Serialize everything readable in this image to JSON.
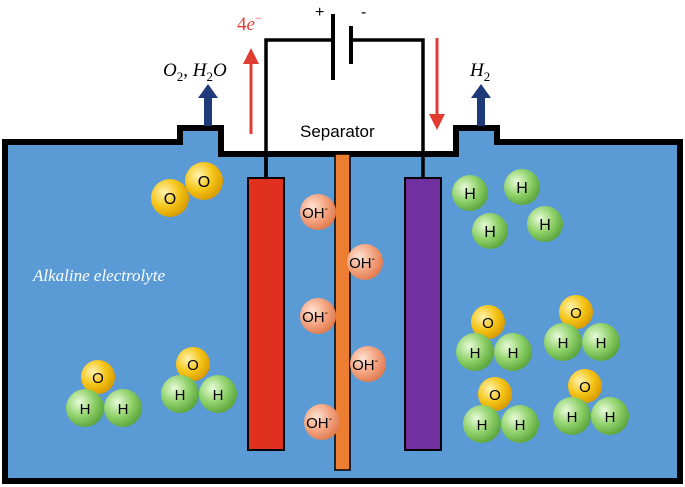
{
  "circuit": {
    "plus_sign": "+",
    "minus_sign": "-",
    "electron_count": "4",
    "electron_symbol": "e",
    "electron_charge": "−"
  },
  "outlets": {
    "left_gas": {
      "o": "O",
      "o_sub": "2",
      "sep": ", ",
      "h": "H",
      "h_sub": "2",
      "tail": "O"
    },
    "right_gas": {
      "h": "H",
      "h_sub": "2"
    }
  },
  "labels": {
    "separator": "Separator",
    "electrolyte": "Alkaline electrolyte"
  },
  "ions": {
    "base": "OH",
    "charge": "-"
  },
  "atoms": {
    "oxygen": "O",
    "hydrogen": "H"
  },
  "colors": {
    "electrolyte": "#5b9bd5",
    "anode": "#e0301e",
    "cathode": "#7030a0",
    "separator": "#ed7d31",
    "arrow_red": "#e03c31",
    "outlet_arrow": "#1f3a7a",
    "ion": "#f4a582",
    "oxygen_atom": "#f2c12e",
    "hydrogen_atom": "#8fd16a"
  }
}
